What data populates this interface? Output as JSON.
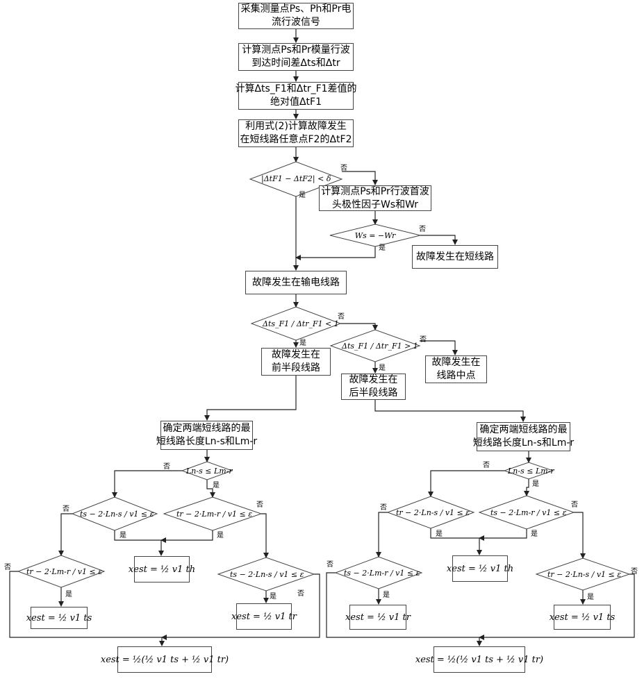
{
  "boxes": {
    "b1": [
      "采集测量点Ps、Ph和Pr电",
      "流行波信号"
    ],
    "b2": [
      "计算测点Ps和Pr模量行波",
      "到达时间差Δts和Δtr"
    ],
    "b3": [
      "计算Δts_F1和Δtr_F1差值的",
      "绝对值ΔtF1"
    ],
    "b4": [
      "利用式(2)计算故障发生",
      "在短线路任意点F2的ΔtF2"
    ],
    "b5": [
      "计算测点Ps和Pr行波首波",
      "头极性因子Ws和Wr"
    ],
    "b6": [
      "故障发生在短线路"
    ],
    "b7": [
      "故障发生在输电线路"
    ],
    "b8": [
      "故障发生在",
      "前半段线路"
    ],
    "b9": [
      "故障发生在",
      "线路中点"
    ],
    "b10": [
      "故障发生在",
      "后半段线路"
    ],
    "b11": [
      "确定两端短线路的最",
      "短线路长度Ln-s和Lm-r"
    ],
    "b12": [
      "确定两端短线路的最",
      "短线路长度Ln-s和Lm-r"
    ]
  },
  "conditions": {
    "d1": "|ΔtF1 − ΔtF2| < δ",
    "d2": "Ws = −Wr",
    "d3": "Δts_F1 / Δtr_F1 < 1",
    "d4": "Δts_F1 / Δtr_F1 > 1",
    "d5": "Ln-s ≤ Lm-r",
    "d6": "ts − 2·Ln-s / v1 ≤ ε",
    "d7": "tr − 2·Lm-r / v1 ≤ ε",
    "d8": "tr − 2·Lm-r / v1 ≤ ε",
    "d9": "ts − 2·Ln-s / v1 ≤ ε",
    "d10": "Ln-s ≤ Lm-r",
    "d11": "tr − 2·Ln-s / v1 ≤ ε",
    "d12": "ts − 2·Lm-r / v1 ≤ ε",
    "d13": "ts − 2·Lm-r / v1 ≤ ε",
    "d14": "tr − 2·Ln-s / v1 ≤ ε"
  },
  "formulas": {
    "f1": "xest = ½ v1 th",
    "f2": "xest = ½ v1 ts",
    "f3": "xest = ½ v1 tr",
    "f4": "xest = ½ v1 th",
    "f5": "xest = ½ v1 tr",
    "f6": "xest = ½ v1 ts",
    "f7": "xest = ½(½ v1 ts + ½ v1 tr)",
    "f8": "xest = ½(½ v1 ts + ½ v1 tr)"
  },
  "labels": {
    "yes": "是",
    "no": "否"
  }
}
